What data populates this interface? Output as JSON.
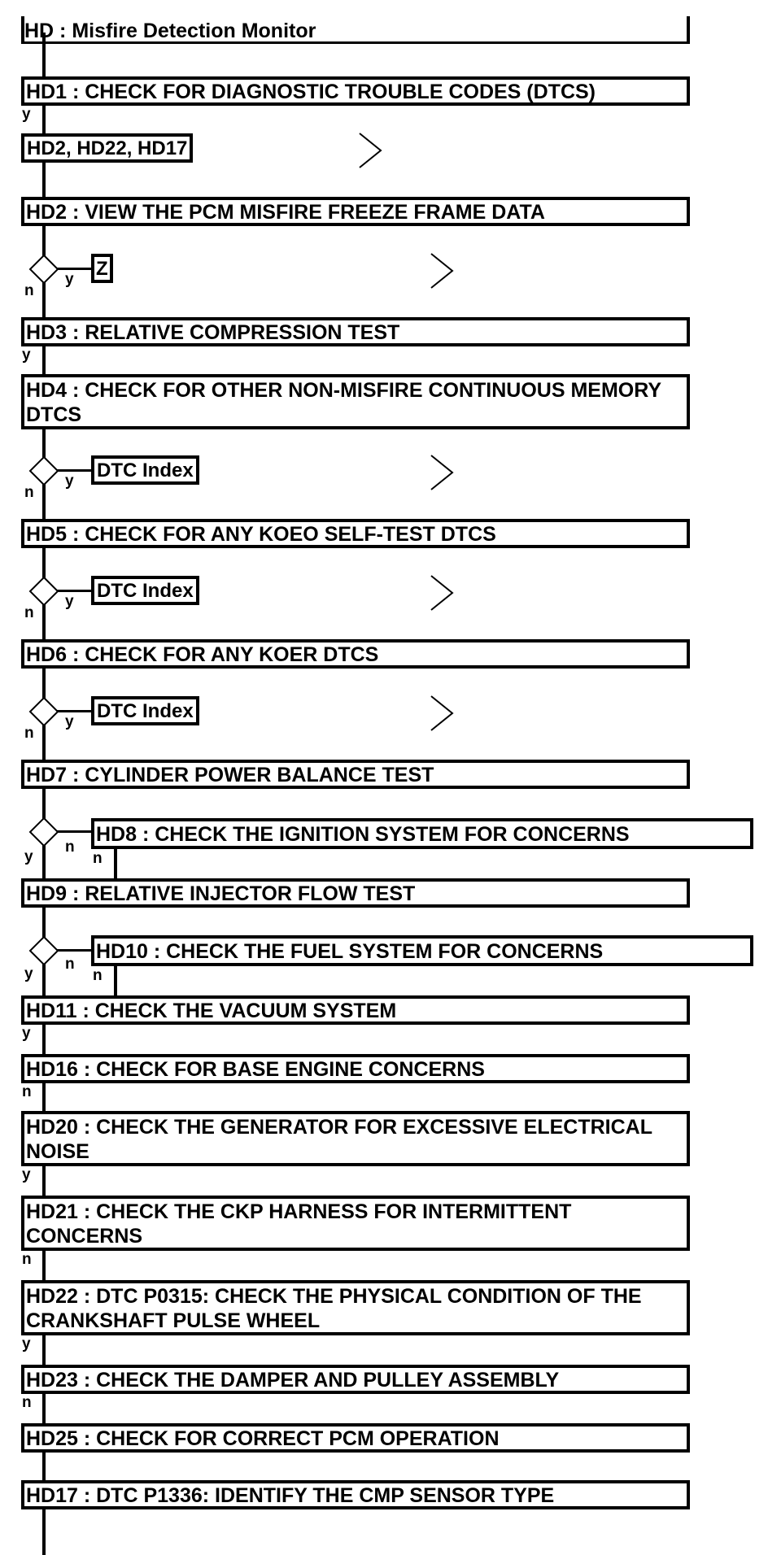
{
  "diagram": {
    "title": "HD : Misfire Detection Monitor",
    "steps": {
      "hd1": "HD1 : CHECK FOR DIAGNOSTIC TROUBLE CODES (DTCS)",
      "hd1_ref": "HD2, HD22, HD17",
      "hd2": "HD2 : VIEW THE PCM MISFIRE FREEZE FRAME DATA",
      "hd2_ref": "Z",
      "hd3": "HD3 : RELATIVE COMPRESSION TEST",
      "hd4": "HD4 : CHECK FOR OTHER NON-MISFIRE CONTINUOUS MEMORY DTCS",
      "hd4_ref": "DTC Index",
      "hd5": "HD5 : CHECK FOR ANY KOEO SELF-TEST DTCS",
      "hd5_ref": "DTC Index",
      "hd6": "HD6 : CHECK FOR ANY KOER DTCS",
      "hd6_ref": "DTC Index",
      "hd7": "HD7 : CYLINDER POWER BALANCE TEST",
      "hd8": "HD8 : CHECK THE IGNITION SYSTEM FOR CONCERNS",
      "hd9": "HD9 : RELATIVE INJECTOR FLOW TEST",
      "hd10": "HD10 : CHECK THE FUEL SYSTEM FOR CONCERNS",
      "hd11": "HD11 : CHECK THE VACUUM SYSTEM",
      "hd16": "HD16 : CHECK FOR BASE ENGINE CONCERNS",
      "hd20": "HD20 : CHECK THE GENERATOR FOR EXCESSIVE ELECTRICAL NOISE",
      "hd21": "HD21 : CHECK THE CKP HARNESS FOR INTERMITTENT CONCERNS",
      "hd22": "HD22 : DTC P0315: CHECK THE PHYSICAL CONDITION OF THE CRANKSHAFT PULSE WHEEL",
      "hd23": "HD23 : CHECK THE DAMPER AND PULLEY ASSEMBLY",
      "hd25": "HD25 : CHECK FOR CORRECT PCM OPERATION",
      "hd17": "HD17 : DTC P1336: IDENTIFY THE CMP SENSOR TYPE"
    },
    "labels": {
      "yes": "y",
      "no": "n"
    }
  }
}
